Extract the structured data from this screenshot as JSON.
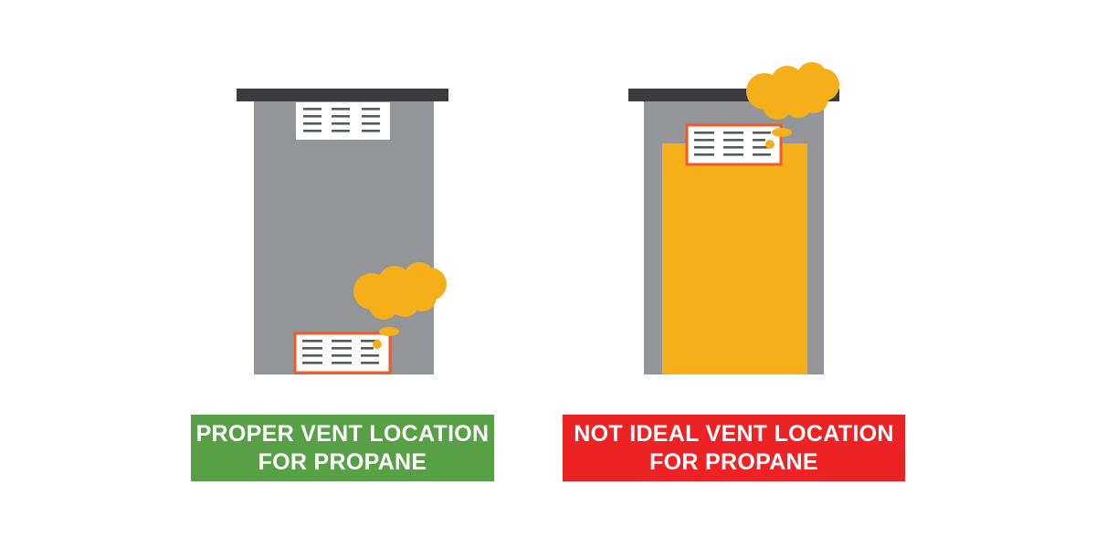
{
  "colors": {
    "wall": "#939598",
    "roof": "#3c3c3e",
    "vent_fill": "#ffffff",
    "vent_slat": "#58595b",
    "vent_border_highlight": "#f15a29",
    "gas": "#f5af19",
    "proper_badge": "#57a046",
    "not_ideal_badge": "#ed2224"
  },
  "panels": [
    {
      "id": "proper",
      "label_line1": "PROPER VENT LOCATION",
      "label_line2": "FOR PROPANE",
      "icons": [
        "enclosure-icon",
        "top-vent-icon",
        "bottom-vent-icon",
        "propane-gas-cloud-icon"
      ]
    },
    {
      "id": "not_ideal",
      "label_line1": "NOT IDEAL VENT LOCATION",
      "label_line2": "FOR PROPANE",
      "icons": [
        "enclosure-icon",
        "top-vent-icon",
        "trapped-propane-icon",
        "propane-gas-cloud-icon"
      ]
    }
  ]
}
